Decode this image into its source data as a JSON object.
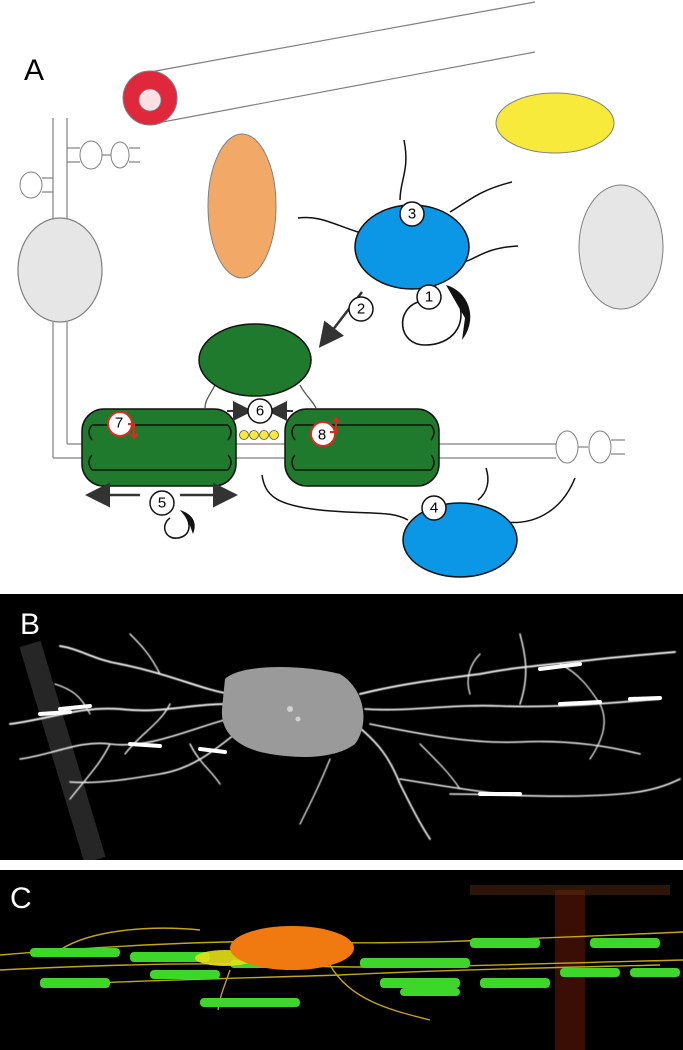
{
  "panels": {
    "a": {
      "label": "A"
    },
    "b": {
      "label": "B"
    },
    "c": {
      "label": "C"
    }
  },
  "markers": {
    "m1": "1",
    "m2": "2",
    "m3": "3",
    "m4": "4",
    "m5": "5",
    "m6": "6",
    "m7": "7",
    "m8": "8"
  },
  "colors": {
    "capillary_red": "#e0283c",
    "astrocyte_orange": "#f2a968",
    "cell_yellow": "#f7ea3a",
    "opc_blue": "#0b96e6",
    "oligo_green": "#1f7a2e",
    "axon_gray": "#e6e6e6",
    "outline": "#808080",
    "marker_red": "#e0281e",
    "fluor_white": "#ececec",
    "fluor_green": "#3ed62a",
    "fluor_orange": "#f07a10"
  }
}
